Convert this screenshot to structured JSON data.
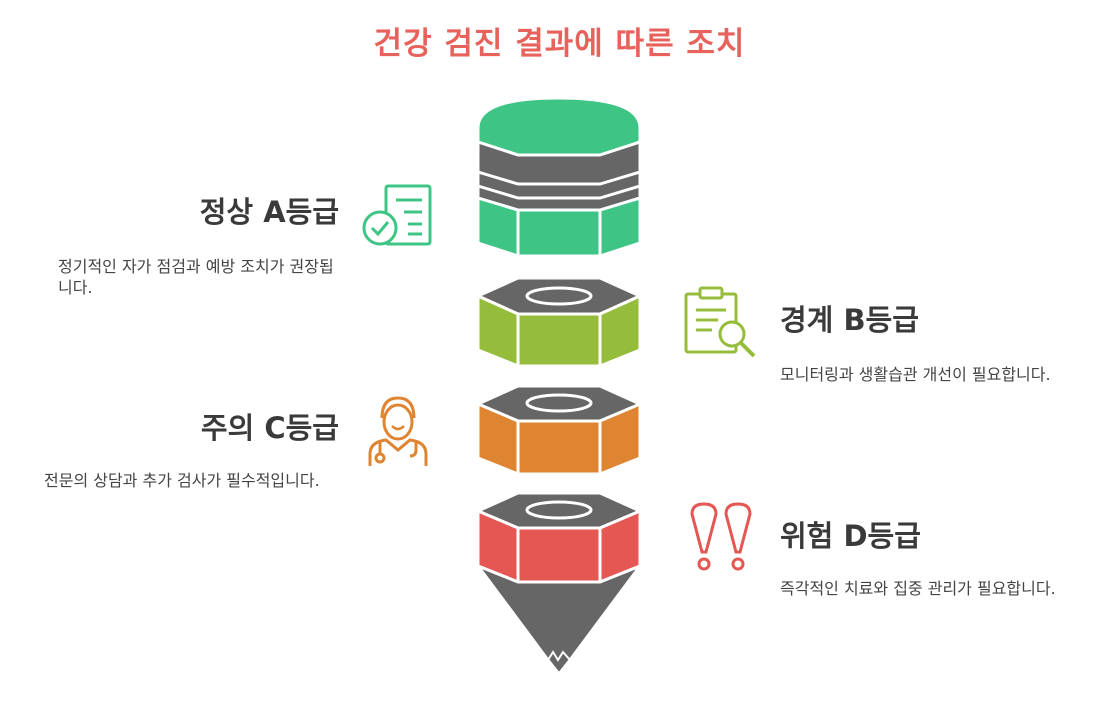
{
  "title": "건강 검진 결과에 따른 조치",
  "levels": [
    {
      "heading": "정상 A등급",
      "description": "정기적인 자가 점검과 예방 조치가 권장됩니다.",
      "color": "#3ec585",
      "icon": "health-checklist-icon"
    },
    {
      "heading": "경계 B등급",
      "description": "모니터링과 생활습관 개선이 필요합니다.",
      "color": "#95bd3b",
      "icon": "clipboard-search-icon"
    },
    {
      "heading": "주의 C등급",
      "description": "전문의 상담과 추가 검사가 필수적입니다.",
      "color": "#df8430",
      "icon": "doctor-icon"
    },
    {
      "heading": "위험 D등급",
      "description": "즉각적인 치료와 집중 관리가 필요합니다.",
      "color": "#e55753",
      "icon": "exclamation-icon"
    }
  ],
  "colors": {
    "title": "#e8625c",
    "cap": "#666666"
  }
}
